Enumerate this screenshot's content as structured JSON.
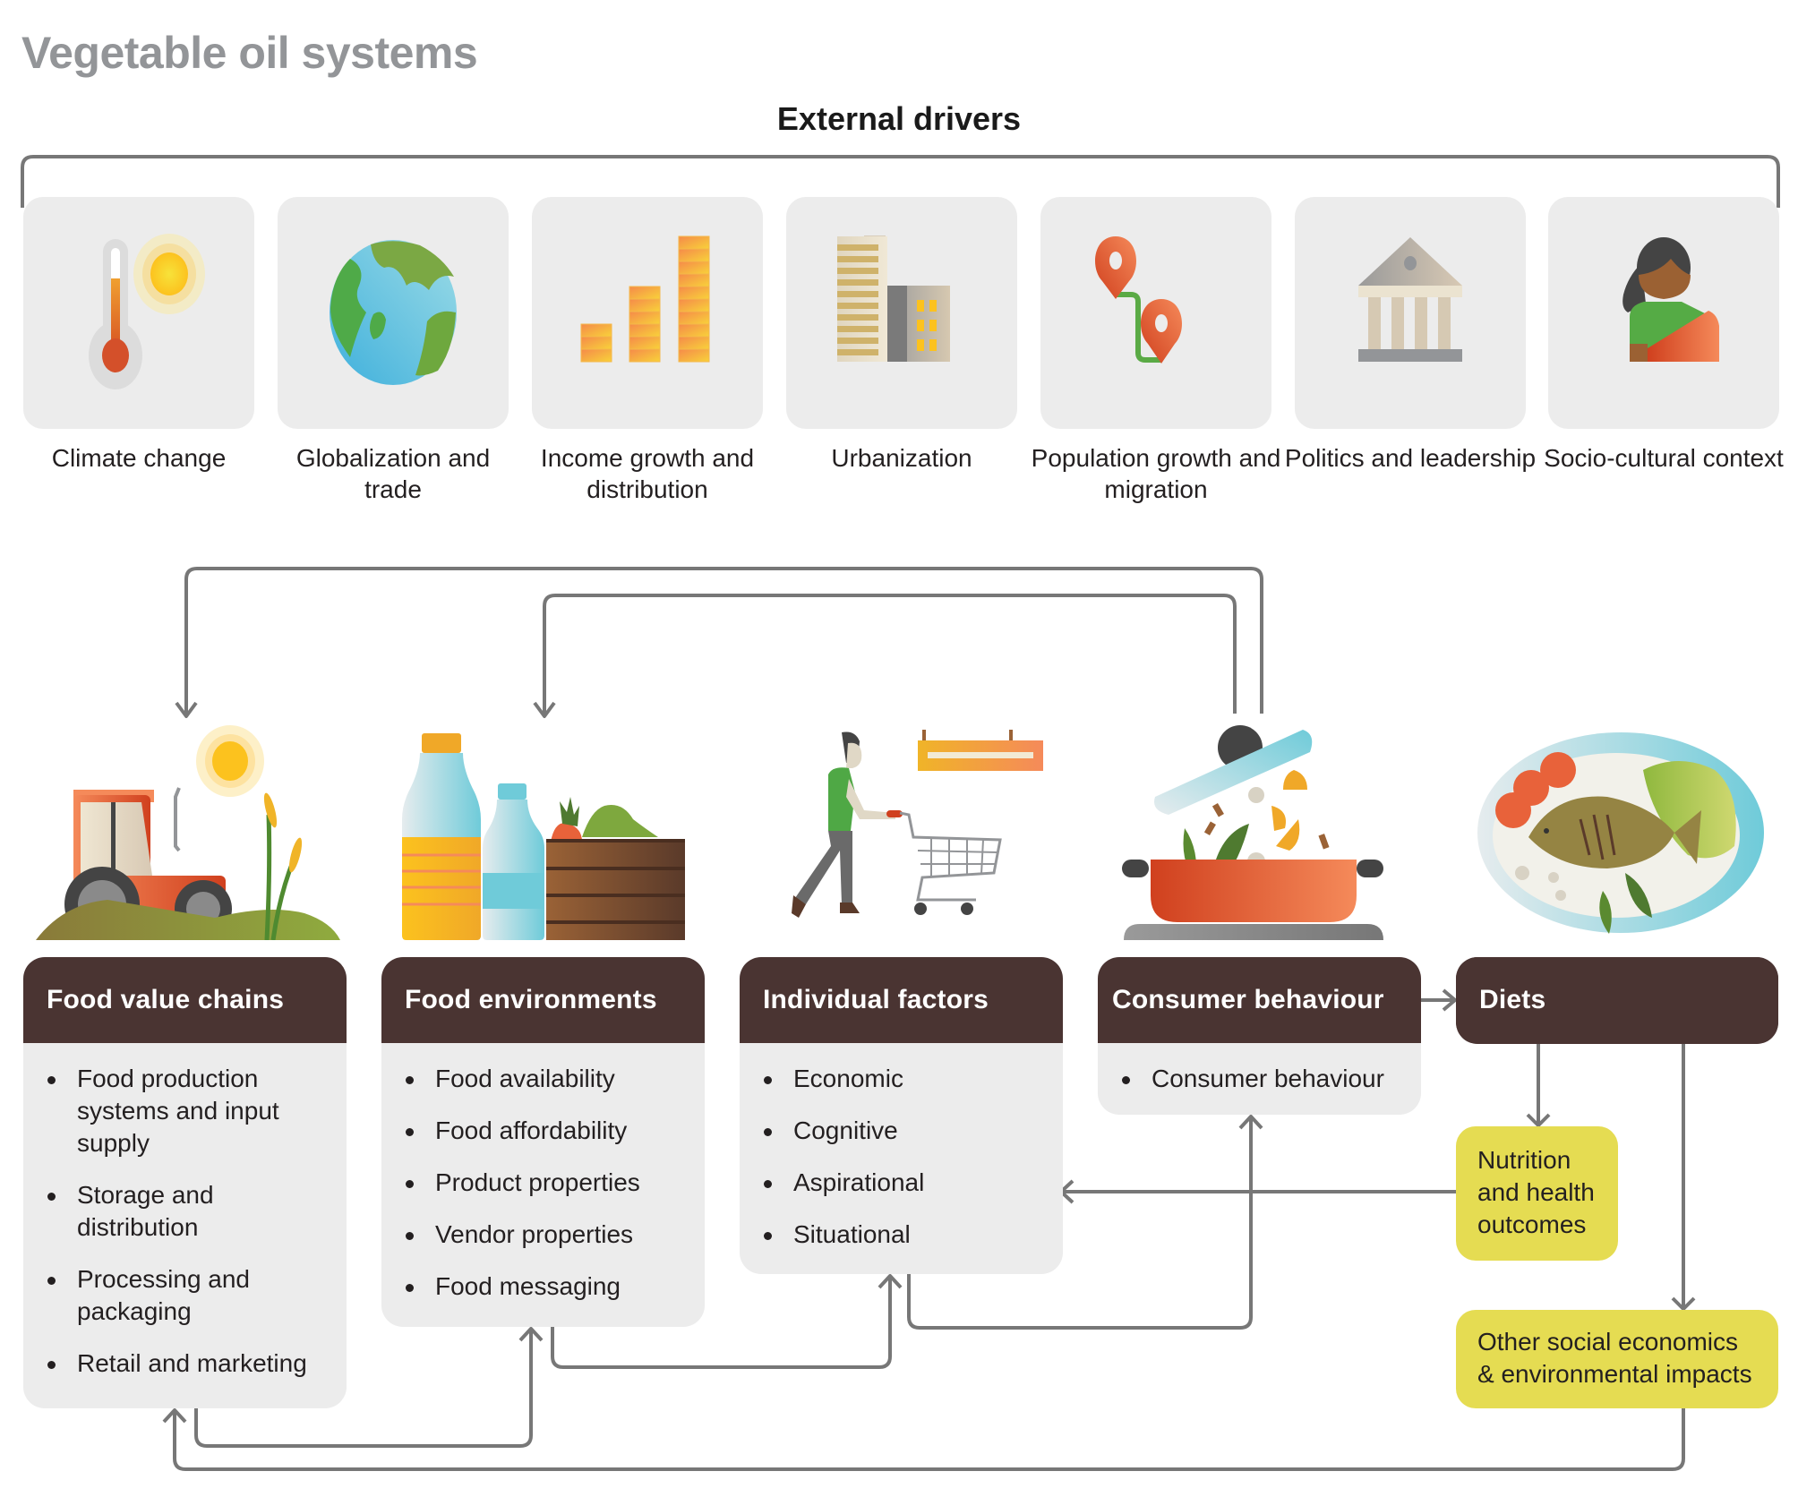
{
  "title": "Vegetable oil systems",
  "external_drivers": {
    "heading": "External drivers",
    "items": [
      {
        "label": "Climate change",
        "icon": "thermometer-sun-icon"
      },
      {
        "label": "Globalization and trade",
        "icon": "globe-icon"
      },
      {
        "label": "Income growth and distribution",
        "icon": "coin-stacks-icon"
      },
      {
        "label": "Urbanization",
        "icon": "buildings-icon"
      },
      {
        "label": "Population growth and migration",
        "icon": "map-pins-route-icon"
      },
      {
        "label": "Politics and leadership",
        "icon": "government-building-icon"
      },
      {
        "label": "Socio-cultural context",
        "icon": "woman-in-sari-icon"
      }
    ]
  },
  "components": [
    {
      "title": "Food value chains",
      "illustration": "tractor-field-icon",
      "items": [
        "Food production systems and input supply",
        "Storage and distribution",
        "Processing and packaging",
        "Retail and marketing"
      ]
    },
    {
      "title": "Food environments",
      "illustration": "oil-bottles-produce-crate-icon",
      "items": [
        "Food availability",
        "Food affordability",
        "Product properties",
        "Vendor properties",
        "Food messaging"
      ]
    },
    {
      "title": "Individual factors",
      "illustration": "shopper-with-cart-icon",
      "items": [
        "Economic",
        "Cognitive",
        "Aspirational",
        "Situational"
      ]
    },
    {
      "title": "Consumer behaviour",
      "illustration": "cooking-pot-icon",
      "items": [
        "Consumer behaviour"
      ]
    },
    {
      "title": "Diets",
      "illustration": "fish-plate-icon",
      "items": []
    }
  ],
  "outcomes": [
    {
      "label": "Nutrition and health outcomes"
    },
    {
      "label": "Other social economics & environmental impacts"
    }
  ],
  "colors": {
    "header_fill": "#4a3432",
    "box_fill": "#ececec",
    "outcome_fill": "#e5dc52",
    "arrow": "#777777",
    "title_gray": "#939598"
  }
}
